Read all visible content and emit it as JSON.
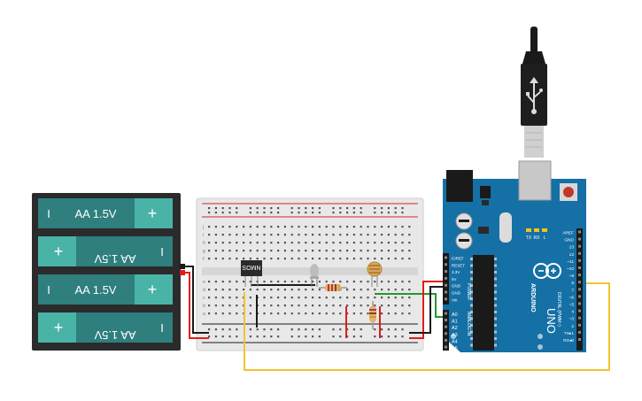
{
  "batteries": [
    {
      "label": "AA 1.5V",
      "neg": "I",
      "pos": "+",
      "flipped": false
    },
    {
      "label": "AA 1.5V",
      "neg": "I",
      "pos": "+",
      "flipped": true
    },
    {
      "label": "AA 1.5V",
      "neg": "I",
      "pos": "+",
      "flipped": false
    },
    {
      "label": "AA 1.5V",
      "neg": "I",
      "pos": "+",
      "flipped": true
    }
  ],
  "breadboard": {
    "row_letters_top": [
      "j",
      "i",
      "h",
      "g",
      "f"
    ],
    "row_letters_bottom": [
      "e",
      "d",
      "c",
      "b",
      "a"
    ]
  },
  "mosfet": {
    "label": "NMOS"
  },
  "arduino": {
    "brand": "ARDUINO",
    "model": "UNO",
    "power_header": [
      "IOREF",
      "RESET",
      "3.3V",
      "5V",
      "GND",
      "GND",
      "Vin"
    ],
    "power_title": "POWER",
    "analog_header": [
      "A0",
      "A1",
      "A2",
      "A3",
      "A4",
      "A5"
    ],
    "analog_title": "ANALOG IN",
    "digital_pins": [
      "AREF",
      "GND",
      "13",
      "12",
      "~11",
      "~10",
      "~9",
      "8",
      "7",
      "~6",
      "~5",
      "4",
      "~3",
      "2",
      "TX▸1",
      "RX◂0"
    ],
    "digital_title": "DIGITAL (PWM~)",
    "tx_rx_leds": [
      "TX",
      "RX"
    ],
    "l_led": "L"
  },
  "colors": {
    "battery_body": "#2e7f7e",
    "battery_end": "#4ab3a8",
    "wire_red": "#e31b1b",
    "wire_black": "#1a1a1a",
    "wire_green": "#1f9a2e",
    "wire_yellow": "#f2c330",
    "arduino_blue": "#1570a6"
  }
}
